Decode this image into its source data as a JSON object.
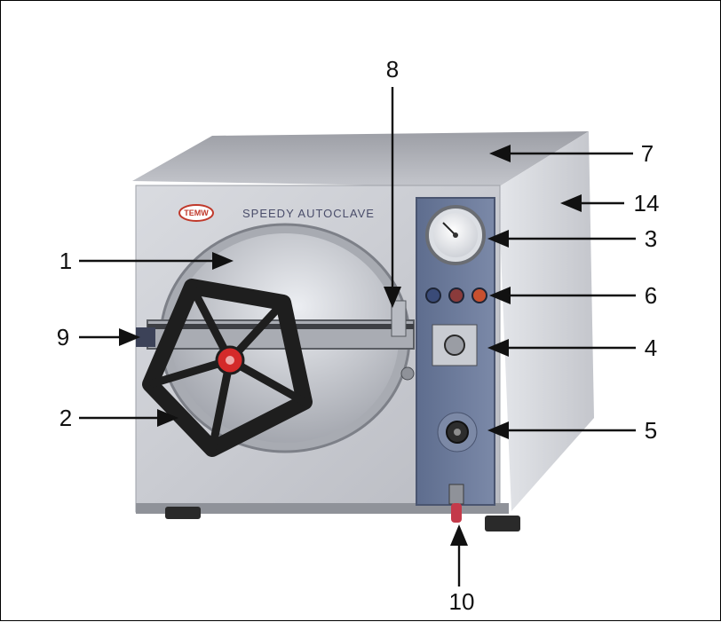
{
  "device": {
    "brand_logo": "TEMW",
    "brand_name": "SPEEDY AUTOCLAVE"
  },
  "callouts": [
    {
      "id": "1",
      "label": "1"
    },
    {
      "id": "2",
      "label": "2"
    },
    {
      "id": "3",
      "label": "3"
    },
    {
      "id": "4",
      "label": "4"
    },
    {
      "id": "5",
      "label": "5"
    },
    {
      "id": "6",
      "label": "6"
    },
    {
      "id": "7",
      "label": "7"
    },
    {
      "id": "8",
      "label": "8"
    },
    {
      "id": "9",
      "label": "9"
    },
    {
      "id": "10",
      "label": "10"
    },
    {
      "id": "14",
      "label": "14"
    }
  ],
  "colors": {
    "body": "#c9cbd1",
    "panel": "#6f7e9e",
    "handle": "#1e1e1e",
    "knob": "#d42a2a"
  }
}
